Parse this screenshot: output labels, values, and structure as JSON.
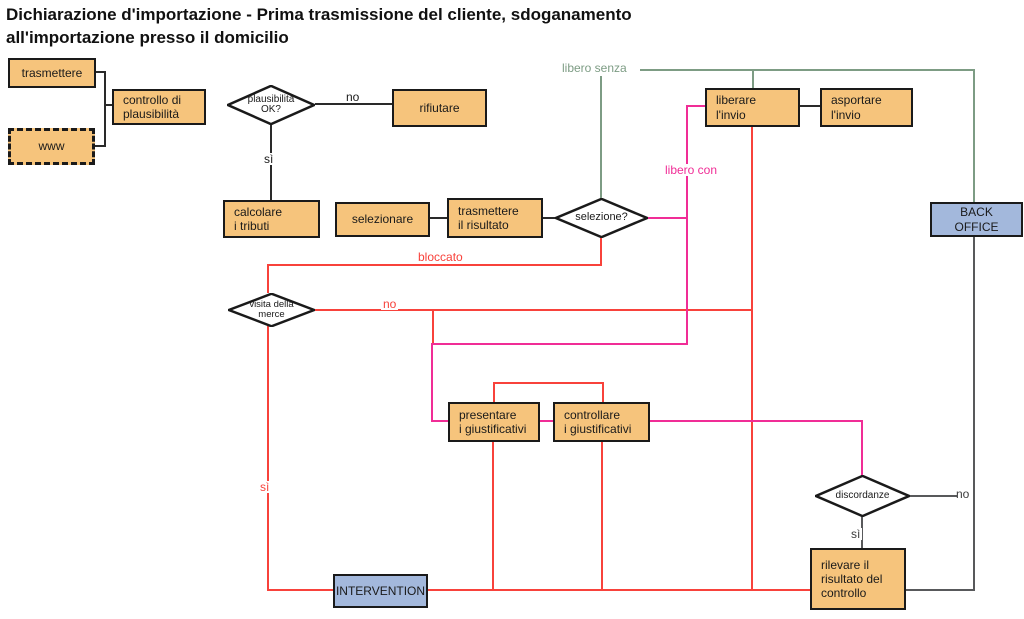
{
  "title": "Dichiarazione d'importazione - Prima trasmissione del cliente, sdoganamento\nall'importazione presso il domicilio",
  "colors": {
    "node_fill": "#f6c47c",
    "backoffice_fill": "#a3b8dc",
    "red_flow": "#f8423b",
    "pink_flow": "#f02d96",
    "green_flow": "#7d9c84",
    "gray_flow": "#58595b",
    "black_flow": "#2a2a2a"
  },
  "nodes": {
    "trasmettere": {
      "label": "trasmettere"
    },
    "www": {
      "label": "www"
    },
    "controllo": {
      "label": "controllo di\nplausibilità"
    },
    "rifiutare": {
      "label": "rifiutare"
    },
    "calcolare": {
      "label": "calcolare\ni tributi"
    },
    "selezionare": {
      "label": "selezionare"
    },
    "trasmettere_risultato": {
      "label": "trasmettere\nil risultato"
    },
    "liberare": {
      "label": "liberare\nl'invio"
    },
    "asportare": {
      "label": "asportare\nl'invio"
    },
    "presentare": {
      "label": "presentare\ni giustificativi"
    },
    "controllare": {
      "label": "controllare\ni giustificativi"
    },
    "rilevare": {
      "label": "rilevare il\nrisultato del\ncontrollo"
    },
    "intervention": {
      "label": "INTERVENTION"
    },
    "back_office": {
      "label": "BACK\nOFFICE"
    }
  },
  "decisions": {
    "plausibilita": {
      "label": "plausibilità\nOK?"
    },
    "selezione": {
      "label": "selezione?"
    },
    "visita": {
      "label": "visita della\nmerce"
    },
    "discordanze": {
      "label": "discordanze"
    }
  },
  "edge_labels": {
    "no_plausibilita": "no",
    "si_plausibilita": "sì",
    "libero_senza": "libero senza",
    "libero_con": "libero con",
    "bloccato": "bloccato",
    "no_visita": "no",
    "si_visita": "sì",
    "no_discordanze": "no",
    "si_discordanze": "sì"
  }
}
